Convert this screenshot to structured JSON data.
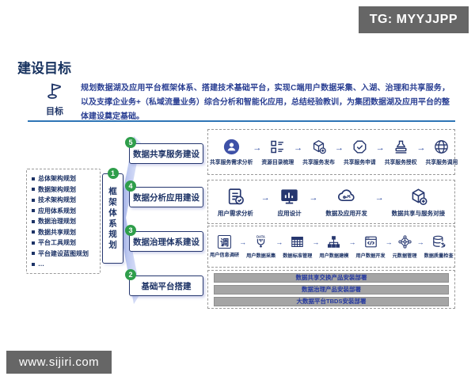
{
  "watermarks": {
    "top_right": "TG: MYYJJPP",
    "bottom_left": "www.sijiri.com"
  },
  "header": {
    "title": "建设目标",
    "goal_label": "目标",
    "goal_icon": "flag-icon",
    "description": "规划数据湖及应用平台框架体系、搭建技术基础平台，实现C端用户数据采集、入湖、治理和共享服务，以及支撑企业务+（私域流量业务）综合分析和智能化应用，总结经验教训，为集团数据湖及应用平台的整体建设奠定基础。"
  },
  "colors": {
    "navy_text": "#1d3366",
    "blue_text": "#2a3f93",
    "green_badge": "#2f9e4b",
    "divider_blue": "#2e75b6",
    "watermark_gray": "#666666",
    "deploy_bar_gray": "#a5a5a5",
    "fan_purple": "#aab6ee",
    "person_circle_blue": "#3e51a7"
  },
  "planning_box": {
    "items": [
      "总体架构规划",
      "数据架构规划",
      "技术架构规划",
      "应用体系规划",
      "数据治理规划",
      "数据共享规划",
      "平台工具规划",
      "平台建设蓝图规划",
      "…"
    ]
  },
  "framework": {
    "number": "1",
    "label": "框架体系规划"
  },
  "stages": [
    {
      "number": "5",
      "label": "数据共享服务建设",
      "steps": [
        {
          "icon": "user-circle-icon",
          "label": "共享服务需求分析"
        },
        {
          "icon": "catalog-list-icon",
          "label": "资源目录梳理"
        },
        {
          "icon": "cube-plus-icon",
          "label": "共享服务发布"
        },
        {
          "icon": "seal-check-icon",
          "label": "共享服务申请"
        },
        {
          "icon": "stamp-icon",
          "label": "共享服务授权"
        },
        {
          "icon": "globe-icon",
          "label": "共享服务调用"
        }
      ]
    },
    {
      "number": "4",
      "label": "数据分析应用建设",
      "steps": [
        {
          "icon": "document-check-icon",
          "label": "用户需求分析"
        },
        {
          "icon": "monitor-chart-icon",
          "label": "应用设计"
        },
        {
          "icon": "cloud-dev-icon",
          "label": "数据及应用开发"
        },
        {
          "icon": "cube-plus-icon",
          "label": "数据共享与服务对接"
        }
      ]
    },
    {
      "number": "3",
      "label": "数据治理体系建设",
      "steps": [
        {
          "icon": "survey-char-icon",
          "glyph": "调",
          "label": "用户信息调研"
        },
        {
          "icon": "data-funnel-icon",
          "glyph": "DATA",
          "label": "用户数据采集"
        },
        {
          "icon": "table-grid-icon",
          "label": "数据标准管理"
        },
        {
          "icon": "tree-model-icon",
          "label": "用户数据建模"
        },
        {
          "icon": "code-window-icon",
          "label": "用户数据开发"
        },
        {
          "icon": "network-graph-icon",
          "label": "元数据管理"
        },
        {
          "icon": "database-wrench-icon",
          "label": "数据质量检查"
        }
      ]
    },
    {
      "number": "2",
      "label": "基础平台搭建",
      "deploy_bars": [
        "数据共享交换产品安装部署",
        "数据治理产品安装部署",
        "大数据平台TBDS安装部署"
      ]
    }
  ]
}
